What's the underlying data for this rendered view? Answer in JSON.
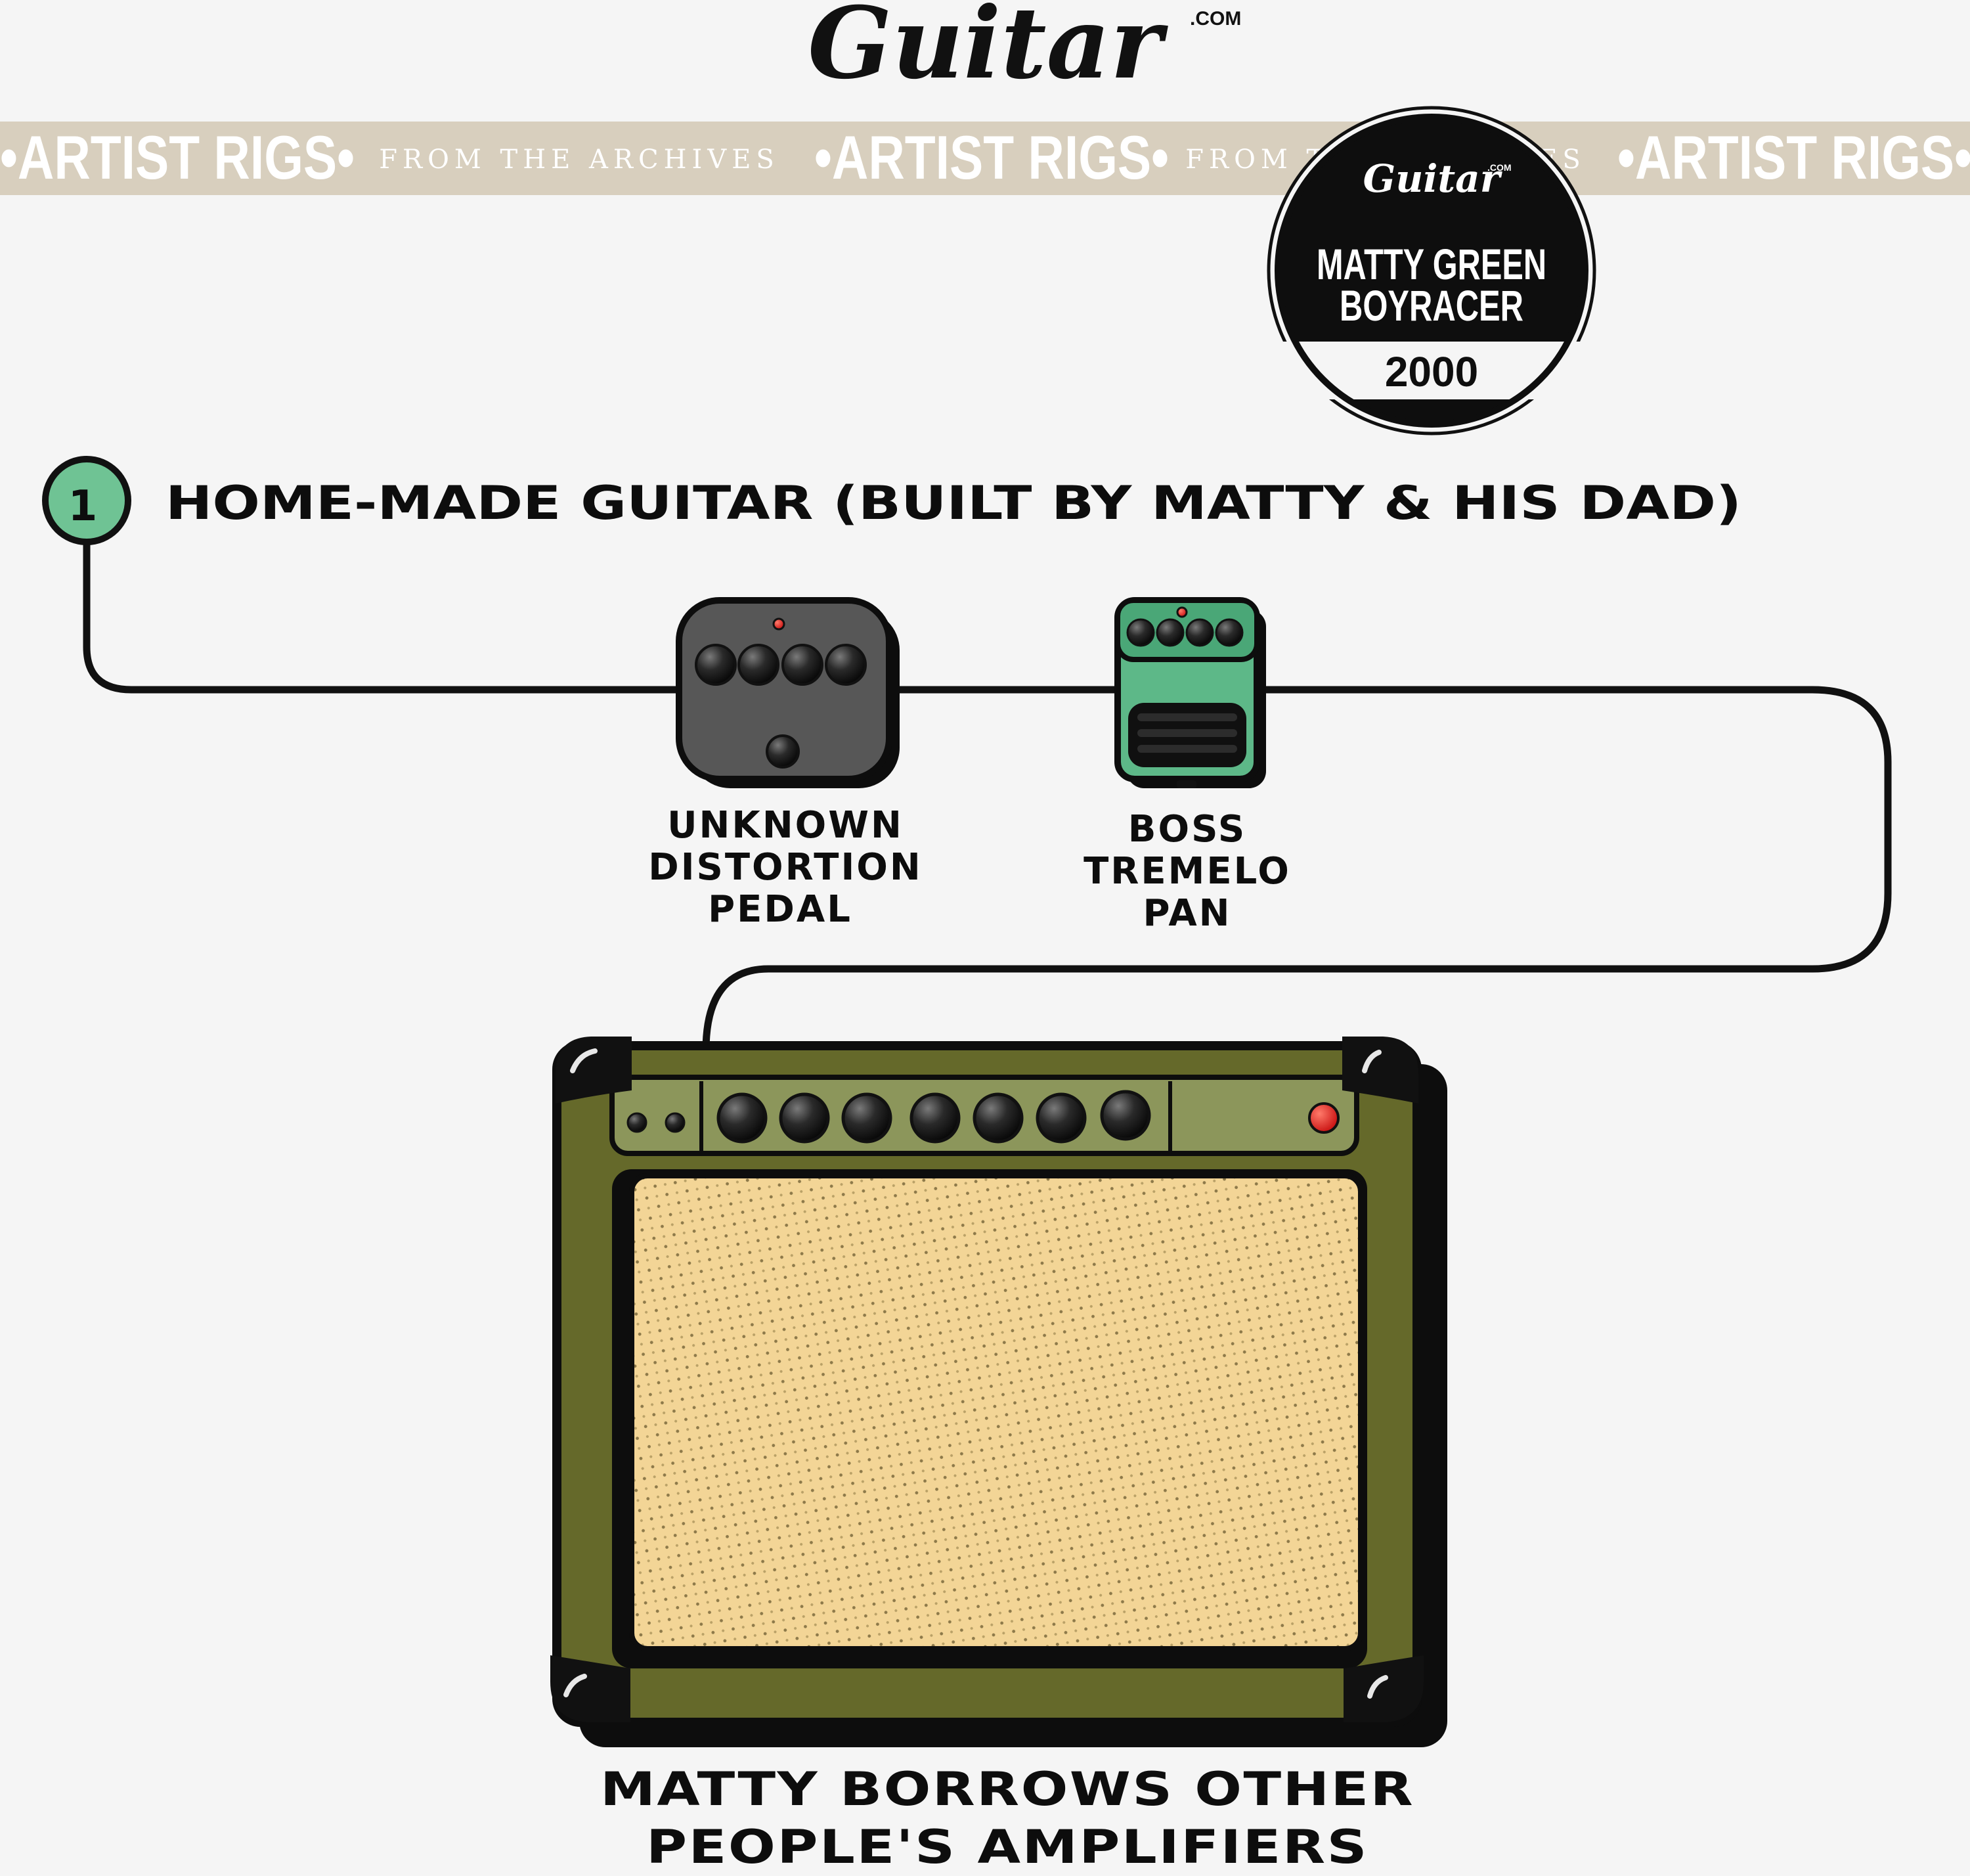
{
  "brand": {
    "logo_text": "Guitar",
    "logo_suffix": ".COM"
  },
  "banner": {
    "segments": [
      "•ARTIST RIGS•",
      "FROM THE ARCHIVES",
      "•ARTIST RIGS•",
      "FROM THE ARCHIVES",
      "•ARTIST RIGS•"
    ]
  },
  "badge": {
    "logo_text": "Guitar",
    "logo_suffix": ".COM",
    "artist_line1": "MATTY GREEN",
    "artist_line2": "BOYRACER",
    "year": "2000"
  },
  "rig": {
    "step_number": "1",
    "guitar_label": "HOME-MADE GUITAR (BUILT BY MATTY & HIS DAD)",
    "pedals": [
      {
        "lines": [
          "UNKNOWN",
          "DISTORTION",
          "PEDAL"
        ]
      },
      {
        "lines": [
          "BOSS",
          "TREMELO",
          "PAN"
        ]
      }
    ],
    "amp_label_lines": [
      "MATTY BORROWS OTHER",
      "PEOPLE'S AMPLIFIERS"
    ]
  },
  "colors": {
    "background": "#f5f5f5",
    "banner": "#d8cfbe",
    "step_green": "#6fc394",
    "pedal_grey": "#575757",
    "pedal_green": "#5db888",
    "amp_olive": "#65692a",
    "amp_panel": "#8c965b",
    "grille": "#f2d494",
    "led_red": "#e21d1d"
  }
}
